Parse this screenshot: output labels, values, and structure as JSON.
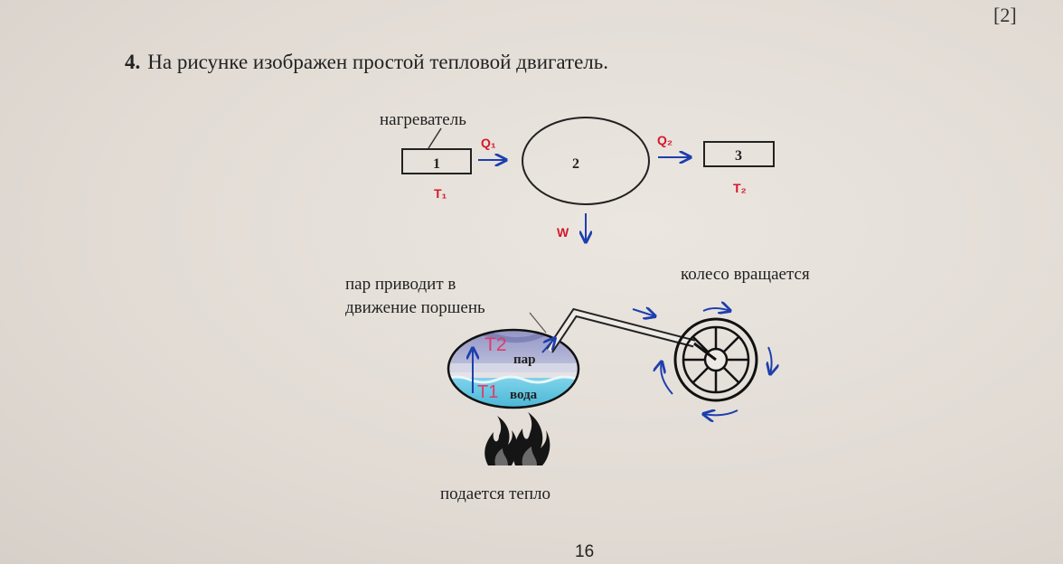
{
  "marks": "[2]",
  "question": {
    "number": "4.",
    "text": "На рисунке изображен простой тепловой двигатель."
  },
  "scheme": {
    "heater_label": "нагреватель",
    "box1": "1",
    "body2": "2",
    "box3": "3",
    "q1": "Q₁",
    "q2": "Q₂",
    "t1": "T₁",
    "t2": "T₂",
    "w": "W"
  },
  "engine": {
    "steam_label_line1": "пар приводит в",
    "steam_label_line2": "движение поршень",
    "wheel_label": "колесо вращается",
    "t2": "T2",
    "t1": "T1",
    "steam": "пар",
    "water": "вода",
    "heat_label": "подается тепло"
  },
  "page_number": "16",
  "colors": {
    "red": "#d4182c",
    "blue": "#1d3fae",
    "steam": "#7b7fb4",
    "water": "#5ec3dc"
  }
}
